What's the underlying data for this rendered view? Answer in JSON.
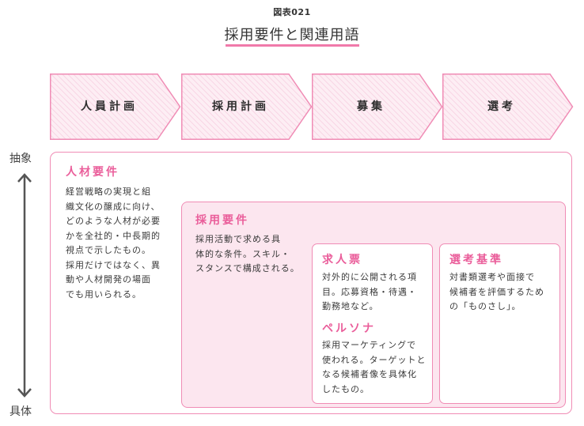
{
  "figure": {
    "number": "図表021",
    "title": "採用要件と関連用語",
    "accent_color": "#f07aaa",
    "border_color": "#f08cb5",
    "fill_color": "#fce6ef"
  },
  "process_phases": [
    {
      "label": "人員計画"
    },
    {
      "label": "採用計画"
    },
    {
      "label": "募集"
    },
    {
      "label": "選考"
    }
  ],
  "axis": {
    "top_label": "抽象",
    "bottom_label": "具体",
    "icon": "double-headed-vertical-arrow"
  },
  "boxes": {
    "jinzai_youken": {
      "title": "人材要件",
      "lines": [
        "経営戦略の実現と組",
        "織文化の醸成に向け、",
        "どのような人材が必要",
        "かを全社的・中長期的",
        "視点で示したもの。",
        "採用だけではなく、異",
        "動や人材開発の場面",
        "でも用いられる。"
      ]
    },
    "saiyou_youken": {
      "title": "採用要件",
      "lines": [
        "採用活動で求める具",
        "体的な条件。スキル・",
        "スタンスで構成される。"
      ]
    },
    "kyujinhyo": {
      "title": "求人票",
      "lines": [
        "対外的に公開される項",
        "目。応募資格・待遇・",
        "勤務地など。"
      ]
    },
    "persona": {
      "title": "ペルソナ",
      "lines": [
        "採用マーケティングで",
        "使われる。ターゲットと",
        "なる候補者像を具体化",
        "したもの。"
      ]
    },
    "senkou_kijun": {
      "title": "選考基準",
      "lines": [
        "対書類選考や面接で",
        "候補者を評価するため",
        "の「ものさし」。"
      ]
    }
  }
}
